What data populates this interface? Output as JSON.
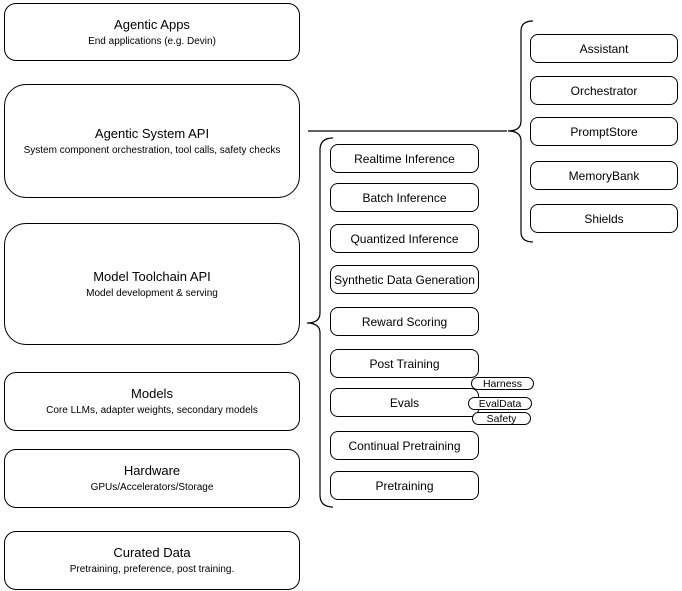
{
  "colors": {
    "background": "#ffffff",
    "stroke": "#000000",
    "text": "#000000"
  },
  "left_column": [
    {
      "title": "Agentic Apps",
      "subtitle": "End applications (e.g. Devin)"
    },
    {
      "title": "Agentic System API",
      "subtitle": "System component orchestration, tool calls, safety checks"
    },
    {
      "title": "Model Toolchain API",
      "subtitle": "Model development & serving"
    },
    {
      "title": "Models",
      "subtitle": "Core LLMs, adapter weights, secondary models"
    },
    {
      "title": "Hardware",
      "subtitle": "GPUs/Accelerators/Storage"
    },
    {
      "title": "Curated Data",
      "subtitle": "Pretraining, preference, post training."
    }
  ],
  "middle_column": {
    "items": [
      "Realtime Inference",
      "Batch Inference",
      "Quantized Inference",
      "Synthetic Data Generation",
      "Reward Scoring",
      "Post Training",
      "Evals",
      "Continual Pretraining",
      "Pretraining"
    ],
    "evals_tags": [
      "Harness",
      "EvalData",
      "Safety"
    ]
  },
  "right_column": {
    "items": [
      "Assistant",
      "Orchestrator",
      "PromptStore",
      "MemoryBank",
      "Shields"
    ]
  }
}
